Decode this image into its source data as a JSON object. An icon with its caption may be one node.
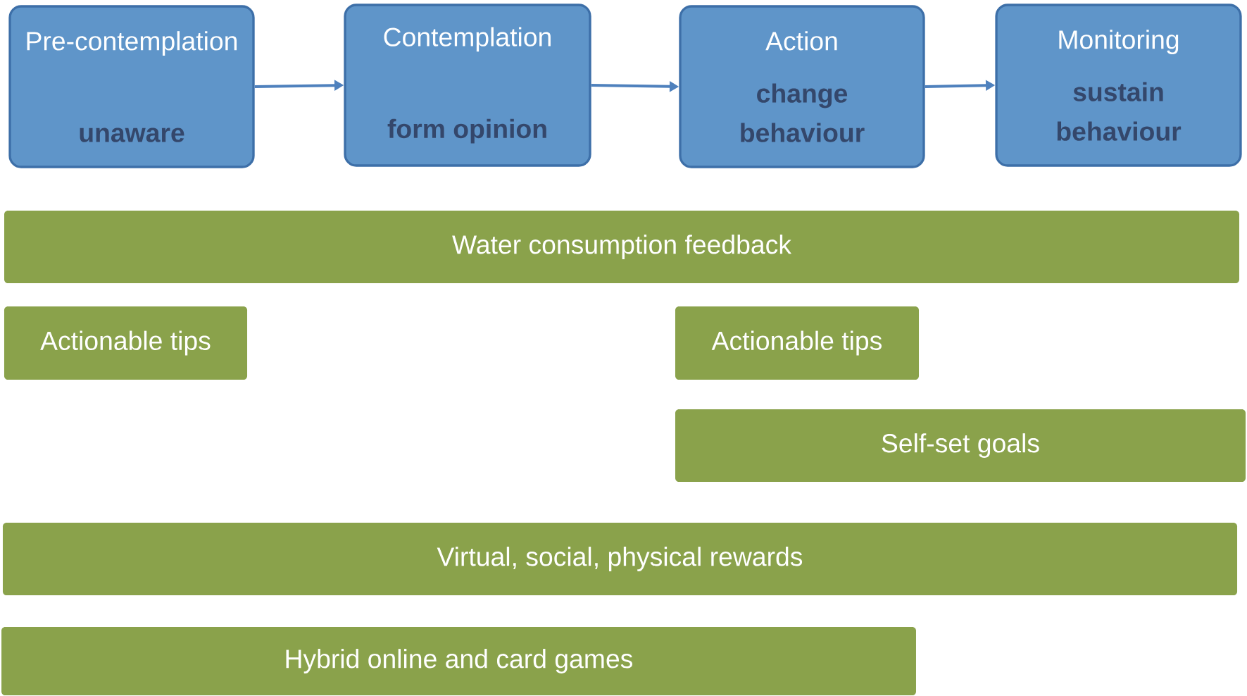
{
  "diagram": {
    "nodes": [
      {
        "text": [
          "Pre-contemplation",
          "unaware"
        ]
      },
      {
        "text": [
          "Contemplation",
          "form opinion"
        ]
      },
      {
        "text": [
          "Action",
          "change behaviour"
        ]
      },
      {
        "text": [
          "Monitoring",
          "sustain behaviour"
        ]
      },
      {
        "text": [
          "Water consumption feedback"
        ]
      },
      {
        "text": [
          "Actionable tips"
        ]
      },
      {
        "text": [
          "Actionable tips"
        ]
      },
      {
        "text": [
          "Self-set goals"
        ]
      },
      {
        "text": [
          "Virtual, social, physical rewards"
        ]
      },
      {
        "text": [
          "Hybrid online and card games"
        ]
      }
    ],
    "edges": [
      {
        "from": 0,
        "to": 1,
        "arrow": "to"
      },
      {
        "from": 1,
        "to": 2,
        "arrow": "to"
      },
      {
        "from": 2,
        "to": 3,
        "arrow": "to"
      }
    ]
  }
}
